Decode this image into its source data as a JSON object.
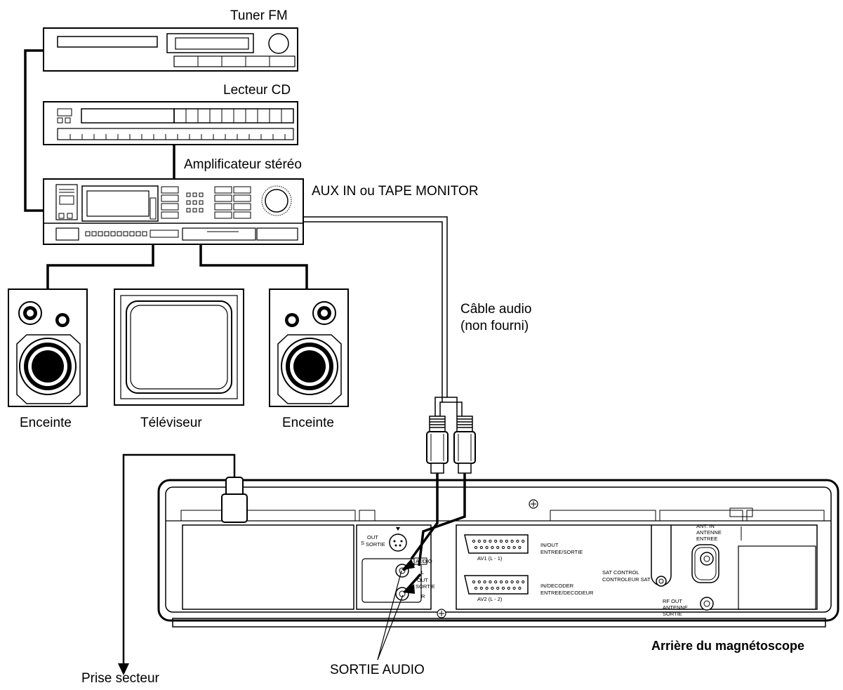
{
  "labels": {
    "tuner": "Tuner FM",
    "cd": "Lecteur CD",
    "amp": "Amplificateur stéréo",
    "aux": "AUX IN ou TAPE MONITOR",
    "cable_line1": "Câble audio",
    "cable_line2": "(non fourni)",
    "speaker_left": "Enceinte",
    "tv": "Téléviseur",
    "speaker_right": "Enceinte",
    "mains": "Prise secteur",
    "audio_out": "SORTIE AUDIO",
    "vcr_rear": "Arrière du magnétoscope"
  },
  "vcr_panel": {
    "s_label": "S",
    "s_out": "OUT",
    "s_sortie": "SORTIE",
    "audio_tag": "AUDIO",
    "l_label": "L",
    "out_label": "OUT",
    "sortie_label": "SORTIE",
    "r_label": "R",
    "av1_label": "AV1 (L - 1)",
    "av1_line1": "IN/OUT",
    "av1_line2": "ENTREE/SORTIE",
    "av2_label": "AV2 (L - 2)",
    "av2_line1": "IN/DECODER",
    "av2_line2": "ENTREE/DECODEUR",
    "sat_line1": "SAT CONTROL",
    "sat_line2": "CONTROLEUR SAT",
    "ant_line1": "ANT. IN",
    "ant_line2": "ANTENNE",
    "ant_line3": "ENTREE",
    "rf_line1": "RF OUT",
    "rf_line2": "ANTENNE",
    "rf_line3": "SORTIE"
  }
}
